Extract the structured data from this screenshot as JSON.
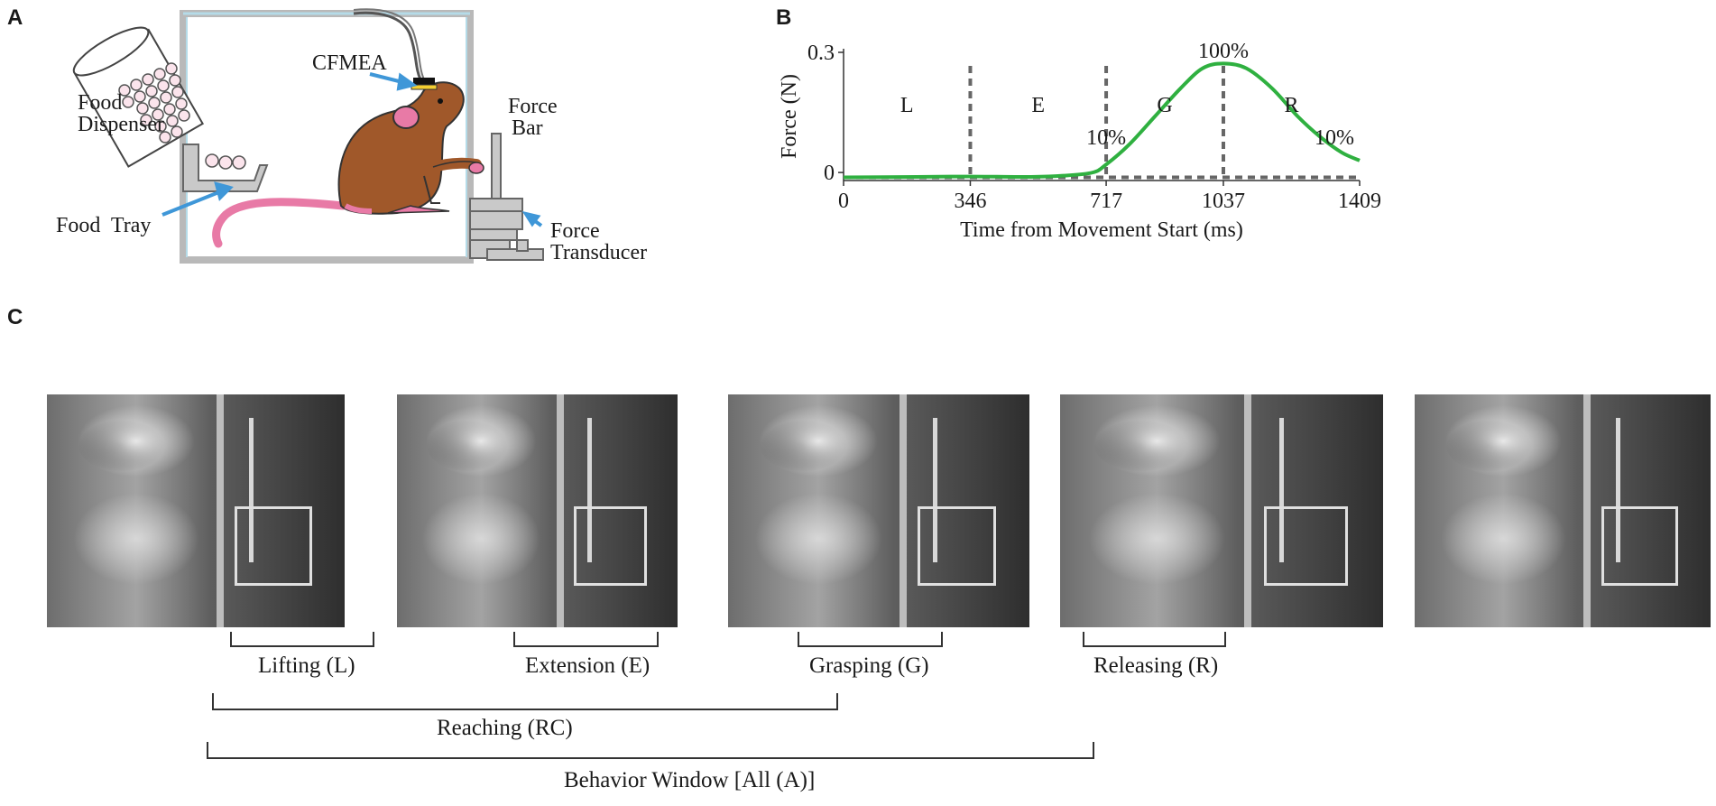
{
  "panels": {
    "a_letter": "A",
    "b_letter": "B",
    "c_letter": "C"
  },
  "panel_a": {
    "labels": {
      "food_dispenser_1": "Food",
      "food_dispenser_2": "Dispenser",
      "cfmea": "CFMEA",
      "force_bar_1": "Force",
      "force_bar_2": "Bar",
      "food_tray": "Food  Tray",
      "force_transducer_1": "Force",
      "force_transducer_2": "Transducer"
    },
    "colors": {
      "rat_body": "#a0582a",
      "rat_pink": "#e87aa6",
      "arrow_blue": "#3f97d8",
      "apparatus_gray": "#c9c9c9"
    }
  },
  "chart_data": {
    "type": "line",
    "ylabel": "Force (N)",
    "xlabel": "Time from Movement Start (ms)",
    "x_ticks": [
      "0",
      "346",
      "717",
      "1037",
      "1409"
    ],
    "y_ticks": [
      "0.3",
      "0"
    ],
    "xlim": [
      0,
      1409
    ],
    "ylim": [
      -0.02,
      0.3
    ],
    "phase_boundaries_ms": [
      346,
      717,
      1037
    ],
    "phase_labels": [
      "L",
      "E",
      "G",
      "R"
    ],
    "annotations": [
      {
        "text": "10%",
        "x": 717
      },
      {
        "text": "100%",
        "x": 1037
      },
      {
        "text": "10%",
        "x": 1340
      }
    ],
    "series": [
      {
        "color": "#2fb040",
        "x": [
          0,
          200,
          346,
          500,
          600,
          680,
          717,
          780,
          850,
          920,
          980,
          1037,
          1100,
          1170,
          1240,
          1300,
          1360,
          1409
        ],
        "y": [
          -0.012,
          -0.011,
          -0.01,
          -0.011,
          -0.008,
          0.0,
          0.02,
          0.07,
          0.14,
          0.21,
          0.26,
          0.272,
          0.26,
          0.21,
          0.14,
          0.09,
          0.05,
          0.03
        ]
      }
    ],
    "baseline": {
      "y": -0.012,
      "style": "dashed"
    }
  },
  "panel_c": {
    "frames": 5,
    "brackets": {
      "lifting": "Lifting (L)",
      "extension": "Extension (E)",
      "grasping": "Grasping (G)",
      "releasing": "Releasing (R)",
      "reaching": "Reaching (RC)",
      "behavior_window": "Behavior Window [All (A)]"
    }
  }
}
